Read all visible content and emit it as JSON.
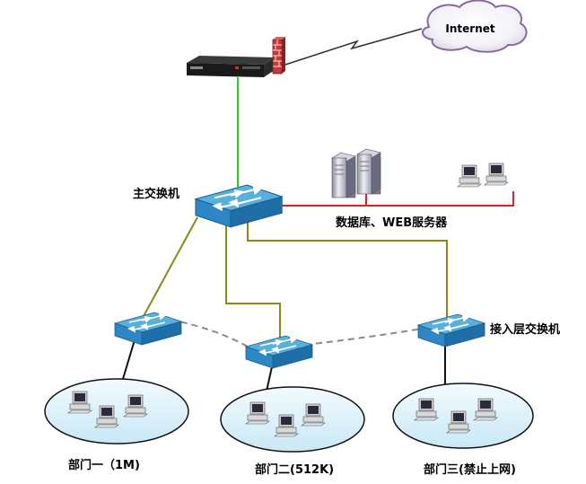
{
  "labels": {
    "internet": "Internet",
    "main_switch": "主交换机",
    "servers": "数据库、WEB服务器",
    "access_switch": "接入层交换机",
    "dept1": "部门一（1M)",
    "dept2": "部门二(512K)",
    "dept3": "部门三(禁止上网)"
  },
  "colors": {
    "switch_top": "#5ab0dc",
    "switch_side": "#1e6fa8",
    "green_link": "#22cc22",
    "red_link": "#dd2222",
    "olive_link": "#8a8a1a",
    "black_link": "#111111",
    "dashed_link": "#8a8a8a",
    "ellipse_fill": "#d8f0fa"
  },
  "icons": {
    "router": "router-icon",
    "firewall": "firewall-icon",
    "cloud": "cloud-icon",
    "switch": "switch-icon",
    "server": "server-icon",
    "pc": "pc-icon"
  }
}
